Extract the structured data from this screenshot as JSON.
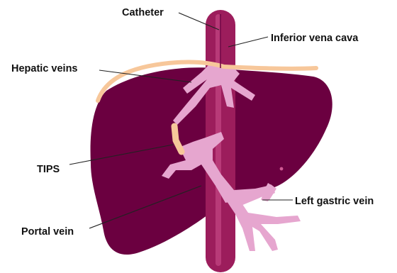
{
  "labels": {
    "catheter": "Catheter",
    "inferior_vena_cava": "Inferior vena cava",
    "hepatic_veins": "Hepatic veins",
    "tips": "TIPS",
    "left_gastric_vein": "Left gastric vein",
    "portal_vein": "Portal vein"
  },
  "colors": {
    "liver": "#6b0040",
    "vena_cava": "#9c1d5c",
    "vena_cava_highlight": "#b83a78",
    "veins": "#e6a6cf",
    "tips_stent": "#f7c79a",
    "catheter": "#f7c79a",
    "leader_line": "#222222"
  }
}
